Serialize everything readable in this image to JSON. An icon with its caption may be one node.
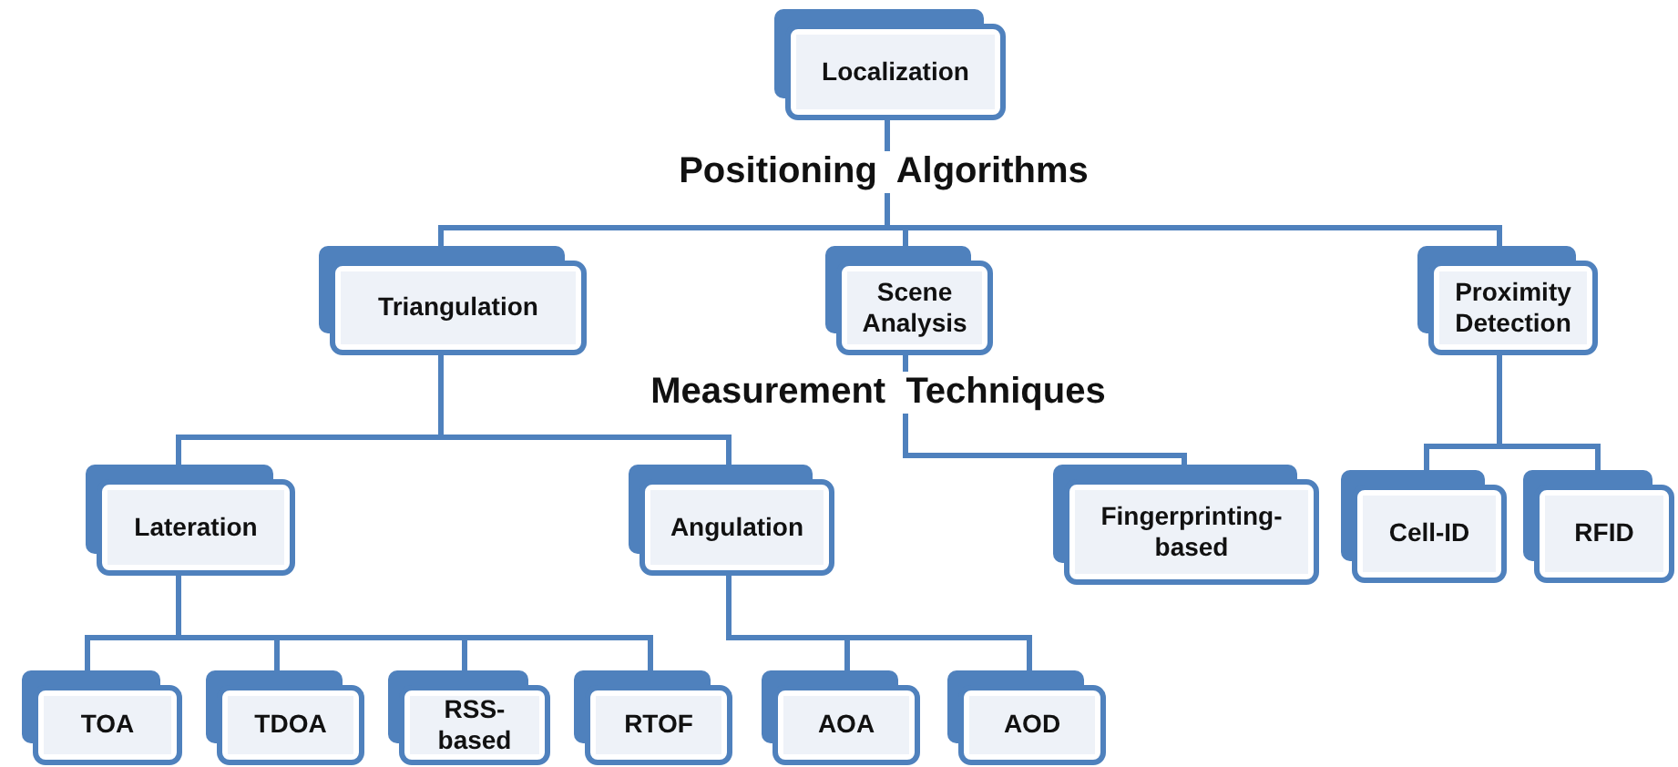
{
  "diagram": {
    "nodes": [
      {
        "text": [
          "Localization"
        ]
      },
      {
        "text": [
          "Triangulation"
        ]
      },
      {
        "text": [
          "Scene Analysis"
        ]
      },
      {
        "text": [
          "Proximity Detection"
        ]
      },
      {
        "text": [
          "Lateration"
        ]
      },
      {
        "text": [
          "Angulation"
        ]
      },
      {
        "text": [
          "Fingerprinting-based"
        ]
      },
      {
        "text": [
          "Cell-ID"
        ]
      },
      {
        "text": [
          "RFID"
        ]
      },
      {
        "text": [
          "TOA"
        ]
      },
      {
        "text": [
          "TDOA"
        ]
      },
      {
        "text": [
          "RSS-based"
        ]
      },
      {
        "text": [
          "RTOF"
        ]
      },
      {
        "text": [
          "AOA"
        ]
      },
      {
        "text": [
          "AOD"
        ]
      }
    ],
    "edges": [
      {
        "from": 0,
        "to": 1,
        "arrow": "none"
      },
      {
        "from": 0,
        "to": 2,
        "arrow": "none"
      },
      {
        "from": 0,
        "to": 3,
        "arrow": "none"
      },
      {
        "from": 1,
        "to": 4,
        "arrow": "none"
      },
      {
        "from": 1,
        "to": 5,
        "arrow": "none"
      },
      {
        "from": 2,
        "to": 6,
        "arrow": "none"
      },
      {
        "from": 3,
        "to": 7,
        "arrow": "none"
      },
      {
        "from": 3,
        "to": 8,
        "arrow": "none"
      },
      {
        "from": 4,
        "to": 9,
        "arrow": "none"
      },
      {
        "from": 4,
        "to": 10,
        "arrow": "none"
      },
      {
        "from": 4,
        "to": 11,
        "arrow": "none"
      },
      {
        "from": 4,
        "to": 12,
        "arrow": "none"
      },
      {
        "from": 5,
        "to": 13,
        "arrow": "none"
      },
      {
        "from": 5,
        "to": 14,
        "arrow": "none"
      }
    ],
    "labels": [
      "Positioning  Algorithms",
      "Measurement  Techniques"
    ]
  }
}
